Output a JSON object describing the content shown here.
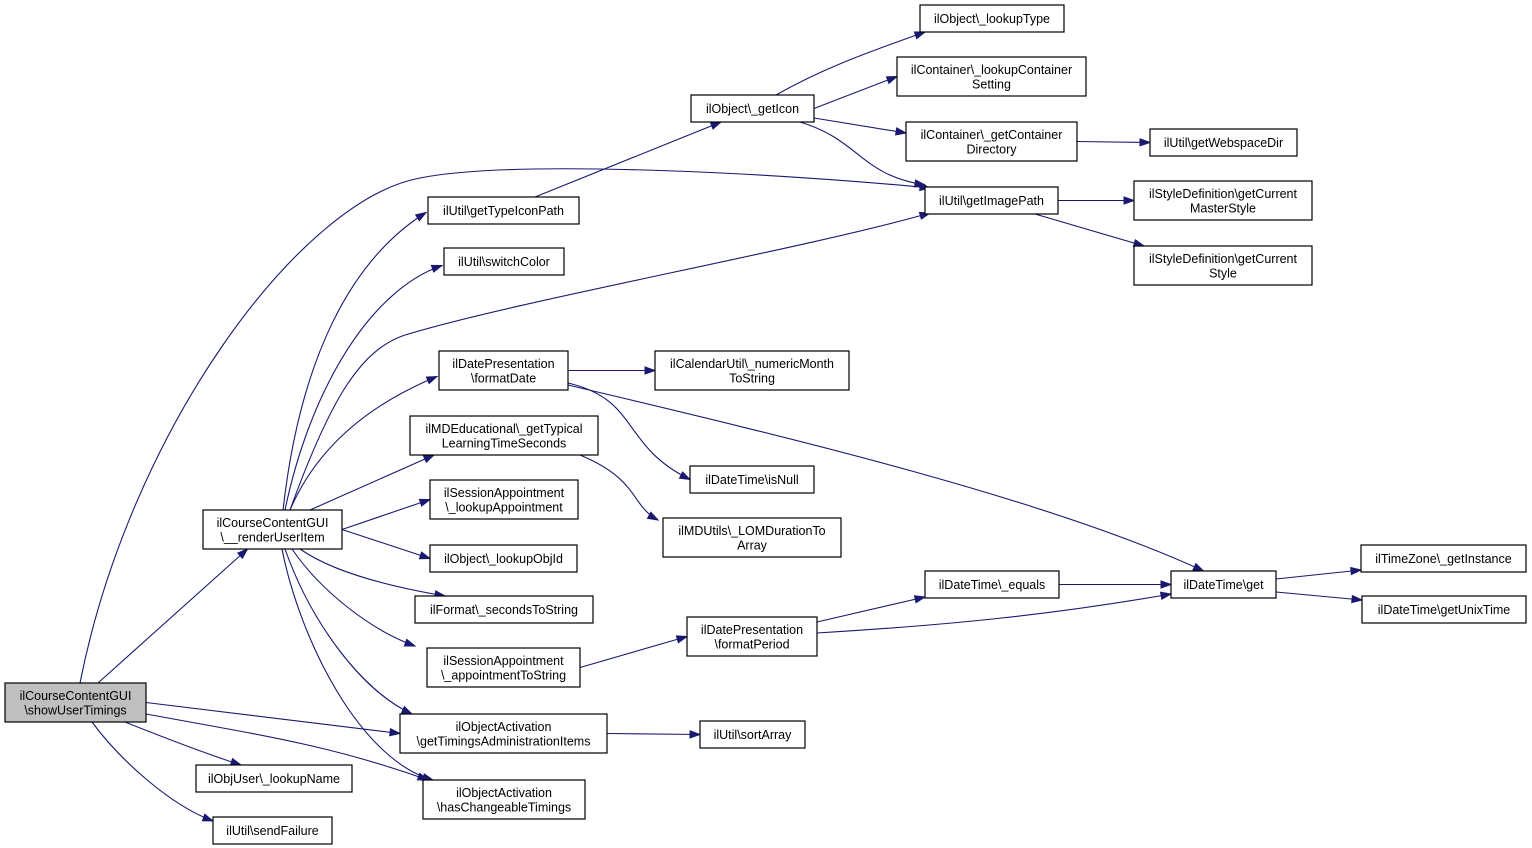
{
  "diagram": {
    "root": "n0",
    "nodes": [
      {
        "id": "n0",
        "lines": [
          "ilCourseContentGUI",
          "\\showUserTimings"
        ],
        "root": true
      },
      {
        "id": "n1",
        "lines": [
          "ilCourseContentGUI",
          "\\__renderUserItem"
        ]
      },
      {
        "id": "n2",
        "lines": [
          "ilObjUser\\_lookupName"
        ]
      },
      {
        "id": "n3",
        "lines": [
          "ilUtil\\sendFailure"
        ]
      },
      {
        "id": "n4",
        "lines": [
          "ilObjectActivation",
          "\\getTimingsAdministrationItems"
        ]
      },
      {
        "id": "n5",
        "lines": [
          "ilObjectActivation",
          "\\hasChangeableTimings"
        ]
      },
      {
        "id": "n6",
        "lines": [
          "ilUtil\\getTypeIconPath"
        ]
      },
      {
        "id": "n7",
        "lines": [
          "ilUtil\\switchColor"
        ]
      },
      {
        "id": "n8",
        "lines": [
          "ilDatePresentation",
          "\\formatDate"
        ]
      },
      {
        "id": "n9",
        "lines": [
          "ilMDEducational\\_getTypical",
          "LearningTimeSeconds"
        ]
      },
      {
        "id": "n10",
        "lines": [
          "ilSessionAppointment",
          "\\_lookupAppointment"
        ]
      },
      {
        "id": "n11",
        "lines": [
          "ilObject\\_lookupObjId"
        ]
      },
      {
        "id": "n12",
        "lines": [
          "ilFormat\\_secondsToString"
        ]
      },
      {
        "id": "n13",
        "lines": [
          "ilSessionAppointment",
          "\\_appointmentToString"
        ]
      },
      {
        "id": "n14",
        "lines": [
          "ilUtil\\getImagePath"
        ]
      },
      {
        "id": "n15",
        "lines": [
          "ilObject\\_getIcon"
        ]
      },
      {
        "id": "n16",
        "lines": [
          "ilObject\\_lookupType"
        ]
      },
      {
        "id": "n17",
        "lines": [
          "ilContainer\\_lookupContainer",
          "Setting"
        ]
      },
      {
        "id": "n18",
        "lines": [
          "ilContainer\\_getContainer",
          "Directory"
        ]
      },
      {
        "id": "n19",
        "lines": [
          "ilUtil\\getWebspaceDir"
        ]
      },
      {
        "id": "n20",
        "lines": [
          "ilStyleDefinition\\getCurrent",
          "MasterStyle"
        ]
      },
      {
        "id": "n21",
        "lines": [
          "ilStyleDefinition\\getCurrent",
          "Style"
        ]
      },
      {
        "id": "n22",
        "lines": [
          "ilCalendarUtil\\_numericMonth",
          "ToString"
        ]
      },
      {
        "id": "n23",
        "lines": [
          "ilDateTime\\isNull"
        ]
      },
      {
        "id": "n24",
        "lines": [
          "ilDateTime\\get"
        ]
      },
      {
        "id": "n25",
        "lines": [
          "ilMDUtils\\_LOMDurationTo",
          "Array"
        ]
      },
      {
        "id": "n26",
        "lines": [
          "ilDatePresentation",
          "\\formatPeriod"
        ]
      },
      {
        "id": "n27",
        "lines": [
          "ilDateTime\\_equals"
        ]
      },
      {
        "id": "n28",
        "lines": [
          "ilUtil\\sortArray"
        ]
      },
      {
        "id": "n29",
        "lines": [
          "ilTimeZone\\_getInstance"
        ]
      },
      {
        "id": "n30",
        "lines": [
          "ilDateTime\\getUnixTime"
        ]
      }
    ],
    "edges": [
      {
        "from": "n0",
        "to": "n1"
      },
      {
        "from": "n0",
        "to": "n14"
      },
      {
        "from": "n0",
        "to": "n4"
      },
      {
        "from": "n0",
        "to": "n5"
      },
      {
        "from": "n0",
        "to": "n2"
      },
      {
        "from": "n0",
        "to": "n3"
      },
      {
        "from": "n1",
        "to": "n6"
      },
      {
        "from": "n1",
        "to": "n7"
      },
      {
        "from": "n1",
        "to": "n14"
      },
      {
        "from": "n1",
        "to": "n8"
      },
      {
        "from": "n1",
        "to": "n9"
      },
      {
        "from": "n1",
        "to": "n10"
      },
      {
        "from": "n1",
        "to": "n11"
      },
      {
        "from": "n1",
        "to": "n12"
      },
      {
        "from": "n1",
        "to": "n13"
      },
      {
        "from": "n1",
        "to": "n4"
      },
      {
        "from": "n1",
        "to": "n5"
      },
      {
        "from": "n6",
        "to": "n15"
      },
      {
        "from": "n15",
        "to": "n16"
      },
      {
        "from": "n15",
        "to": "n17"
      },
      {
        "from": "n15",
        "to": "n18"
      },
      {
        "from": "n15",
        "to": "n14"
      },
      {
        "from": "n18",
        "to": "n19"
      },
      {
        "from": "n14",
        "to": "n20"
      },
      {
        "from": "n14",
        "to": "n21"
      },
      {
        "from": "n8",
        "to": "n22"
      },
      {
        "from": "n8",
        "to": "n23"
      },
      {
        "from": "n8",
        "to": "n24"
      },
      {
        "from": "n9",
        "to": "n25"
      },
      {
        "from": "n13",
        "to": "n26"
      },
      {
        "from": "n26",
        "to": "n27"
      },
      {
        "from": "n26",
        "to": "n24"
      },
      {
        "from": "n27",
        "to": "n24"
      },
      {
        "from": "n24",
        "to": "n29"
      },
      {
        "from": "n24",
        "to": "n30"
      },
      {
        "from": "n4",
        "to": "n28"
      }
    ]
  }
}
